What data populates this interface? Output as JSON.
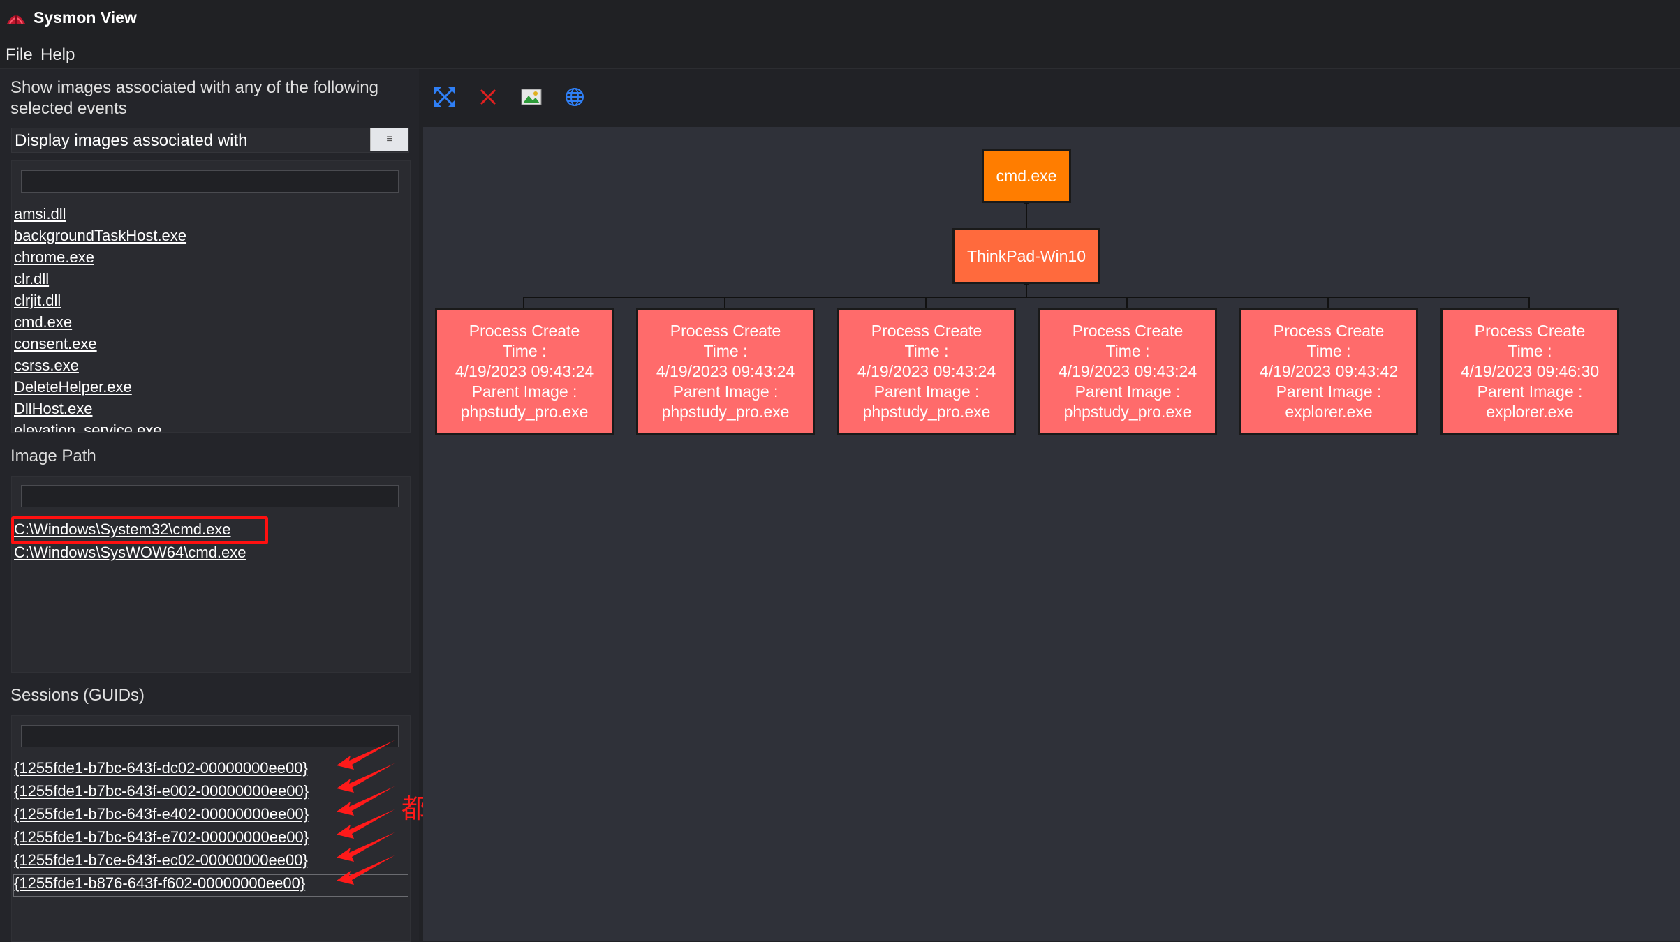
{
  "window": {
    "title": "Sysmon View"
  },
  "menu": [
    "File",
    "Help"
  ],
  "sidebar": {
    "events_label": "Show images associated with any of the following\nselected events",
    "display_with_label": "Display images associated with",
    "images": [
      "amsi.dll",
      "backgroundTaskHost.exe",
      "chrome.exe",
      "clr.dll",
      "clrjit.dll",
      "cmd.exe",
      "consent.exe",
      "csrss.exe",
      "DeleteHelper.exe",
      "DllHost.exe",
      "elevation_service.exe"
    ],
    "image_path_label": "Image Path",
    "image_paths": [
      "C:\\Windows\\System32\\cmd.exe",
      "C:\\Windows\\SysWOW64\\cmd.exe"
    ],
    "sessions_label": "Sessions (GUIDs)",
    "sessions": [
      "{1255fde1-b7bc-643f-dc02-00000000ee00}",
      "{1255fde1-b7bc-643f-e002-00000000ee00}",
      "{1255fde1-b7bc-643f-e402-00000000ee00}",
      "{1255fde1-b7bc-643f-e702-00000000ee00}",
      "{1255fde1-b7ce-643f-ec02-00000000ee00}",
      "{1255fde1-b876-643f-f602-00000000ee00}"
    ]
  },
  "toolbar": [
    "fit-view-icon",
    "clear-icon",
    "image-icon",
    "globe-icon"
  ],
  "graph": {
    "root": "cmd.exe",
    "host": "ThinkPad-Win10",
    "events": [
      {
        "line1": "Process Create",
        "line2": "Time :",
        "time": "4/19/2023 09:43:24",
        "parent_label": "Parent Image :",
        "parent": "phpstudy_pro.exe"
      },
      {
        "line1": "Process Create",
        "line2": "Time :",
        "time": "4/19/2023 09:43:24",
        "parent_label": "Parent Image :",
        "parent": "phpstudy_pro.exe"
      },
      {
        "line1": "Process Create",
        "line2": "Time :",
        "time": "4/19/2023 09:43:24",
        "parent_label": "Parent Image :",
        "parent": "phpstudy_pro.exe"
      },
      {
        "line1": "Process Create",
        "line2": "Time :",
        "time": "4/19/2023 09:43:24",
        "parent_label": "Parent Image :",
        "parent": "phpstudy_pro.exe"
      },
      {
        "line1": "Process Create",
        "line2": "Time :",
        "time": "4/19/2023 09:43:42",
        "parent_label": "Parent Image :",
        "parent": "explorer.exe"
      },
      {
        "line1": "Process Create",
        "line2": "Time :",
        "time": "4/19/2023 09:46:30",
        "parent_label": "Parent Image :",
        "parent": "explorer.exe"
      }
    ]
  },
  "annotation": {
    "text": "都点一遍",
    "color": "#ff1a1a"
  },
  "colors": {
    "root": "#ff7d00",
    "host": "#ff6a3d",
    "event": "#ff6b6b",
    "canvas": "#2f3139"
  }
}
